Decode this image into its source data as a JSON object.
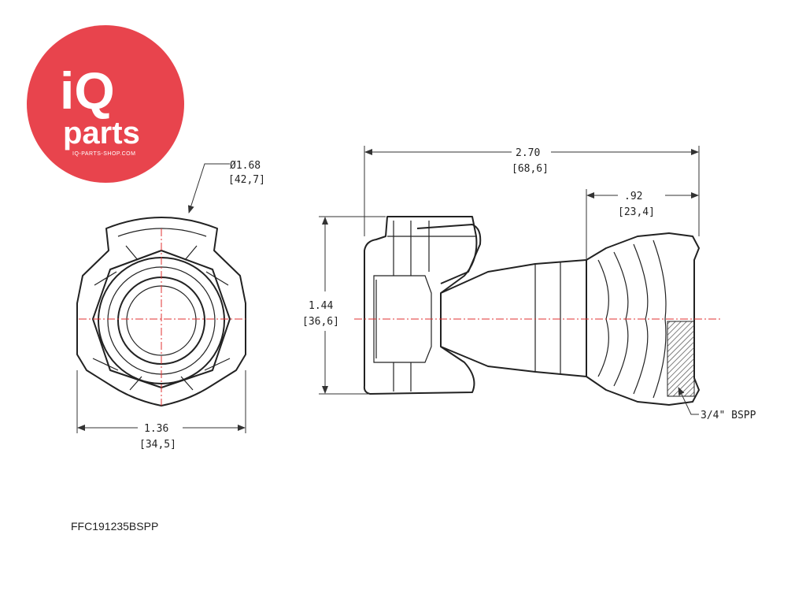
{
  "logo": {
    "brand_iq": "iQ",
    "brand_parts": "parts",
    "url": "IQ-PARTS-SHOP.COM",
    "bg_color": "#e8444d"
  },
  "front_view": {
    "diameter_label": "Ø1.68",
    "diameter_mm": "[42,7]",
    "width_label": "1.36",
    "width_mm": "[34,5]"
  },
  "side_view": {
    "length_label": "2.70",
    "length_mm": "[68,6]",
    "height_label": "1.44",
    "height_mm": "[36,6]",
    "thread_len_label": ".92",
    "thread_len_mm": "[23,4]",
    "thread_callout": "3/4\" BSPP"
  },
  "part_code": "FFC191235BSPP",
  "colors": {
    "centerline": "#e03030",
    "outline": "#222222"
  }
}
